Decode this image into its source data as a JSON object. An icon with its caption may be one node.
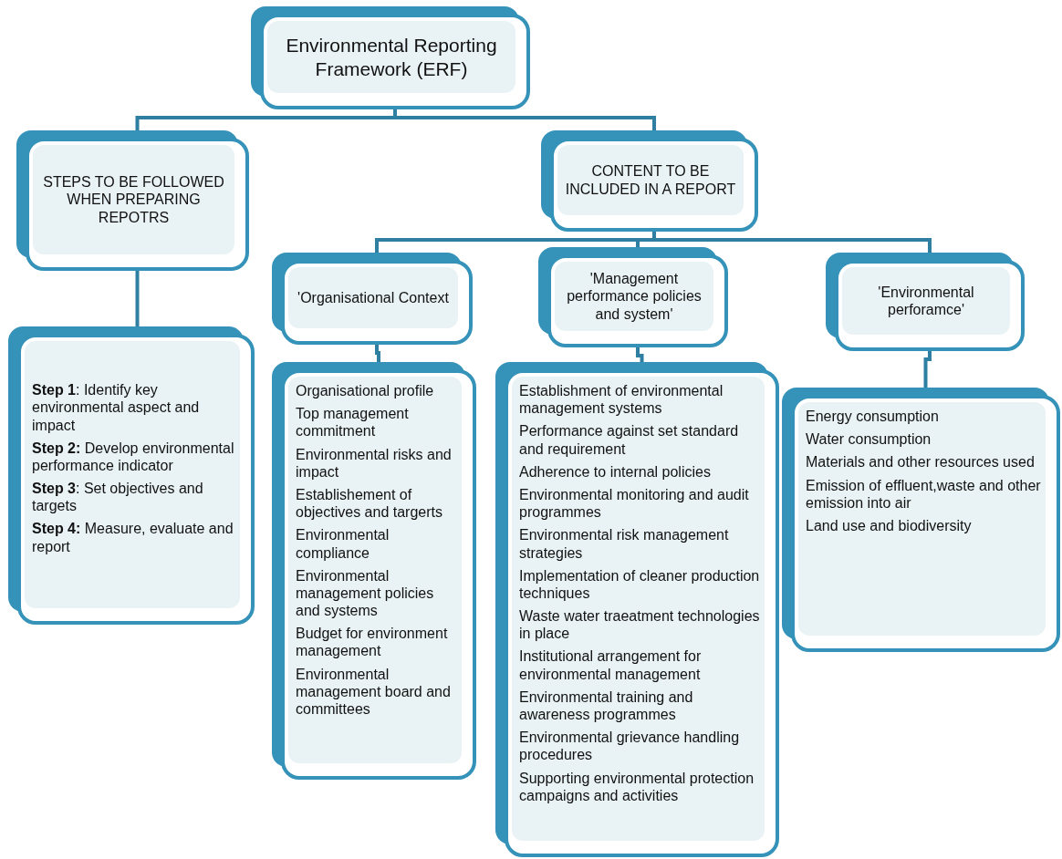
{
  "diagram": {
    "nodes": [
      {
        "text": [
          "Environmental Reporting Framework (ERF)"
        ]
      },
      {
        "text": [
          "STEPS TO BE FOLLOWED WHEN PREPARING REPOTRS"
        ]
      },
      {
        "text": [
          "CONTENT TO BE INCLUDED IN A REPORT"
        ]
      },
      {
        "text": [
          "'Organisational Context"
        ]
      },
      {
        "text": [
          "'Management performance policies and system'"
        ]
      },
      {
        "text": [
          "'Environmental perforamce'"
        ]
      },
      {
        "text": [
          "**Step 1**: Identify key environmental aspect and impact",
          "**Step 2:** Develop environmental performance indicator",
          "**Step 3**: Set objectives and targets",
          "**Step 4:** Measure, evaluate and report"
        ]
      },
      {
        "text": [
          "Organisational profile",
          "Top management commitment",
          "Environmental risks and impact",
          "Establishement of objectives and targerts",
          "Environmental compliance",
          "Environmental management policies and systems",
          "Budget for environment management",
          "Environmental management board and committees"
        ]
      },
      {
        "text": [
          "Establishment of environmental management systems",
          "Performance against set standard and requirement",
          "Adherence to internal policies",
          "Environmental monitoring and audit programmes",
          "Environmental risk management strategies",
          "Implementation of cleaner production techniques",
          "Waste water traeatment technologies in place",
          "Institutional arrangement for environmental management",
          "Environmental training and awareness programmes",
          "Environmental grievance handling procedures",
          "Supporting environmental protection campaigns and activities"
        ]
      },
      {
        "text": [
          "Energy consumption",
          "Water consumption",
          "Materials and other resources used",
          "Emission of effluent,waste and other emission into air",
          "Land use and biodiversity"
        ]
      }
    ],
    "edges": [
      {
        "from": 0,
        "to": 1,
        "arrow": "none"
      },
      {
        "from": 0,
        "to": 2,
        "arrow": "none"
      },
      {
        "from": 1,
        "to": 6,
        "arrow": "none"
      },
      {
        "from": 2,
        "to": 3,
        "arrow": "none"
      },
      {
        "from": 2,
        "to": 4,
        "arrow": "none"
      },
      {
        "from": 2,
        "to": 5,
        "arrow": "none"
      },
      {
        "from": 3,
        "to": 7,
        "arrow": "none"
      },
      {
        "from": 4,
        "to": 8,
        "arrow": "none"
      },
      {
        "from": 5,
        "to": 9,
        "arrow": "none"
      }
    ]
  }
}
